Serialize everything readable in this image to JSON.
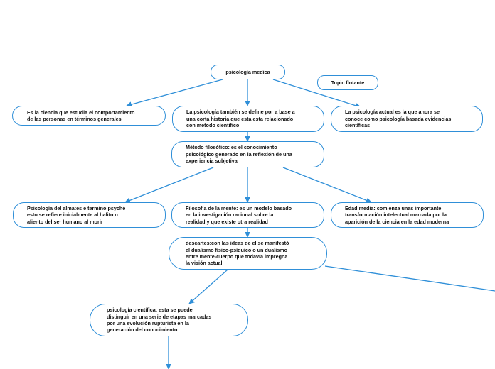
{
  "colors": {
    "edge": "#2f8fd8",
    "border": "#2f8fd8",
    "text": "#111111",
    "background": "#ffffff"
  },
  "nodes": {
    "root": "psicología medica",
    "floating": "Topic flotante",
    "def1": "Es la ciencia que estudia el comportamiento\nde las personas en términos generales",
    "def2": "La psicología también se define por a base a\nuna corta historia que esta esta relacionado\ncon metodo cientifico",
    "def3": "La psicología actual es la que ahora se\nconoce como psicología  basada evidencias\ncientíficas",
    "method": "Método filosófico: es el conocimiento\npsicológico generado en la reflexión  de una\nexperiencia subjetiva",
    "soul": "Psicología del alma:es e termino psychè\nesto se refiere inicialmente  al halito o\naliento  del ser humano al morir",
    "mind": "Filosofía de la mente: es un modelo basado\nen la investigación racional sobre la\nrealidad y que existe otra realidad",
    "middle": "Edad media: comienza unas importante\ntransformación intelectual marcada por la\naparición de la ciencia en la edad  moderna",
    "descartes": "descartes:con las ideas de el  se manifestó\nel dualismo físico-psíquico o un dualismo\nentre mente-cuerpo que todavía impregna\nla visión actual",
    "scientific": "psicología  científica: esta se puede\ndistinguir en una serie de etapas marcadas\npor una evolución rupturista en la\ngeneración del conocimiento"
  }
}
